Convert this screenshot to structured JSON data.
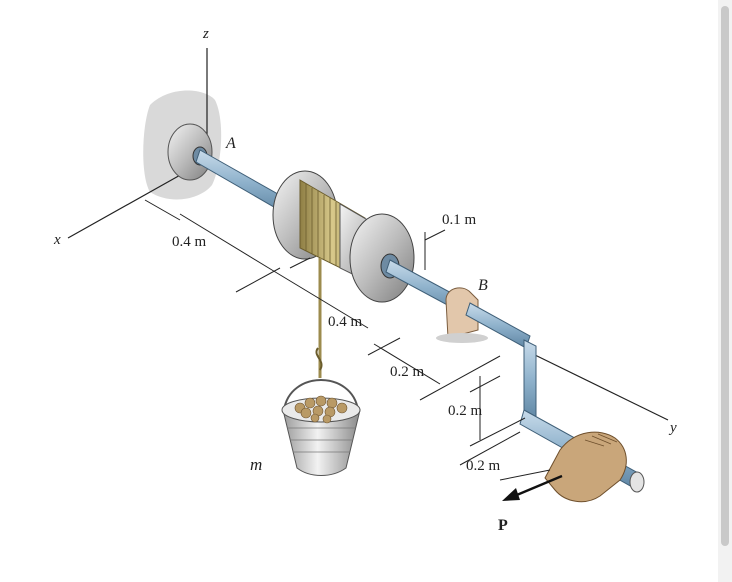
{
  "diagram": {
    "axes": {
      "x": "x",
      "y": "y",
      "z": "z"
    },
    "points": {
      "A": "A",
      "B": "B"
    },
    "dimensions": {
      "d1": "0.4 m",
      "d2": "0.4 m",
      "radius": "0.1 m",
      "d3": "0.2 m",
      "d4": "0.2 m",
      "d5": "0.2 m"
    },
    "mass": "m",
    "force": "P"
  },
  "colors": {
    "shaft": "#8fb2cc",
    "spool_rope": "#b8a764",
    "hand": "#c9a67a",
    "bucket": "#d8d8d8",
    "pebbles": "#b99a66",
    "arrow": "#111111"
  }
}
